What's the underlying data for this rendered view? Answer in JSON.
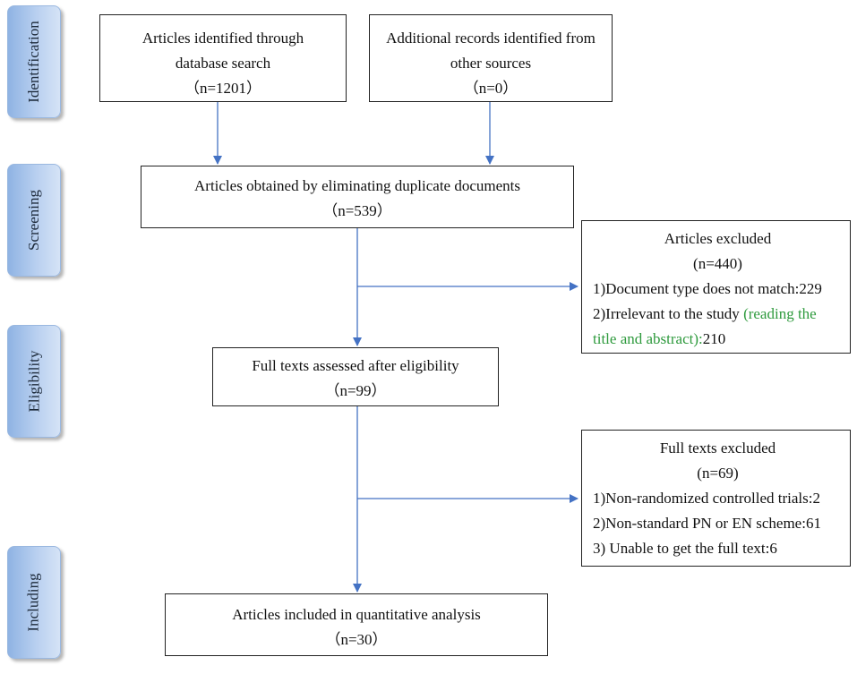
{
  "stages": [
    {
      "id": "identification",
      "label": "Identification"
    },
    {
      "id": "screening",
      "label": "Screening"
    },
    {
      "id": "eligibility",
      "label": "Eligibility"
    },
    {
      "id": "including",
      "label": "Including"
    }
  ],
  "boxes": {
    "database_search": {
      "line1": "Articles identified through",
      "line2": "database search",
      "count": "（n=1201）"
    },
    "other_sources": {
      "line1": "Additional records identified from",
      "line2": "other sources",
      "count": "（n=0）"
    },
    "deduplicated": {
      "line1": "Articles obtained by eliminating duplicate documents",
      "count": "（n=539）"
    },
    "articles_excluded": {
      "title": "Articles excluded",
      "count": "(n=440)",
      "item1": "1)Document type does not match:229",
      "item2_part1": "2)Irrelevant to the study ",
      "item2_green1": "(reading the",
      "item2_green2": "title and abstract):",
      "item2_value": "210"
    },
    "full_texts_assessed": {
      "line1": "Full texts assessed after eligibility",
      "count": "（n=99）"
    },
    "full_texts_excluded": {
      "title": "Full texts excluded",
      "count": "(n=69)",
      "item1": "1)Non-randomized controlled trials:2",
      "item2": "2)Non-standard PN or EN scheme:61",
      "item3": "3) Unable to get the full text:6"
    },
    "included": {
      "line1": "Articles included in quantitative analysis",
      "count": "（n=30）"
    }
  },
  "colors": {
    "arrow": "#4472c4",
    "stage_fill": "#b9d0f0",
    "highlight": "#2e9a3d"
  }
}
